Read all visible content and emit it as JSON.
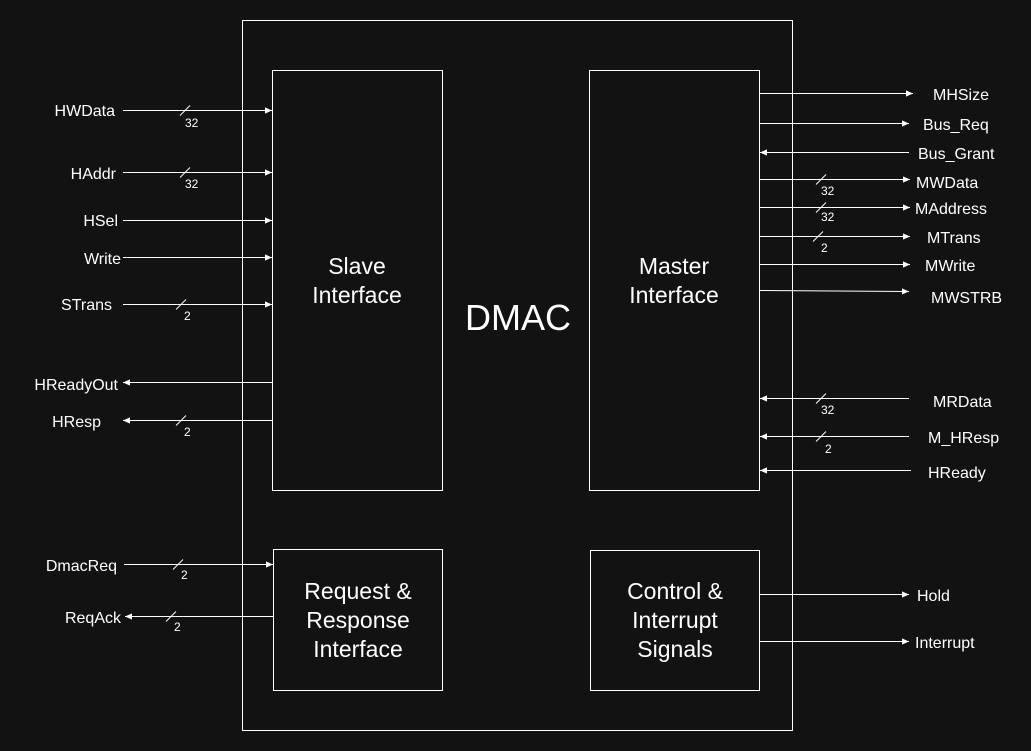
{
  "title": "DMAC",
  "blocks": {
    "slave": [
      "Slave",
      "Interface"
    ],
    "master": [
      "Master",
      "Interface"
    ],
    "request": [
      "Request &",
      "Response",
      "Interface"
    ],
    "control": [
      "Control &",
      "Interrupt",
      "Signals"
    ]
  },
  "signals": {
    "HWData": {
      "label": "HWData",
      "width": "32"
    },
    "HAddr": {
      "label": "HAddr",
      "width": "32"
    },
    "HSel": {
      "label": "HSel"
    },
    "Write": {
      "label": "Write"
    },
    "STrans": {
      "label": "STrans",
      "width": "2"
    },
    "HReadyOut": {
      "label": "HReadyOut"
    },
    "HResp": {
      "label": "HResp",
      "width": "2"
    },
    "DmacReq": {
      "label": "DmacReq",
      "width": "2"
    },
    "ReqAck": {
      "label": "ReqAck",
      "width": "2"
    },
    "MHSize": {
      "label": "MHSize"
    },
    "Bus_Req": {
      "label": "Bus_Req"
    },
    "Bus_Grant": {
      "label": "Bus_Grant"
    },
    "MWData": {
      "label": "MWData",
      "width": "32"
    },
    "MAddress": {
      "label": "MAddress",
      "width": "32"
    },
    "MTrans": {
      "label": "MTrans",
      "width": "2"
    },
    "MWrite": {
      "label": "MWrite"
    },
    "MWSTRB": {
      "label": "MWSTRB"
    },
    "MRData": {
      "label": "MRData",
      "width": "32"
    },
    "M_HResp": {
      "label": "M_HResp",
      "width": "2"
    },
    "HReady": {
      "label": "HReady"
    },
    "Hold": {
      "label": "Hold"
    },
    "Interrupt": {
      "label": "Interrupt"
    }
  }
}
